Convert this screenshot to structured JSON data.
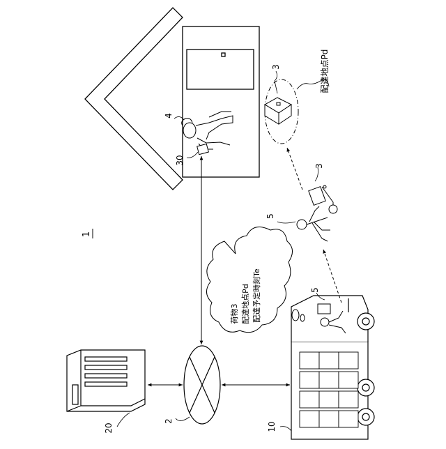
{
  "labels": {
    "system": "1",
    "network": "2",
    "package": "3",
    "package_2": "3",
    "recipient": "4",
    "deliverer": "5",
    "deliverer_2": "5",
    "vehicle": "10",
    "server": "20",
    "terminal": "30"
  },
  "balloon": {
    "line1": "荷物3",
    "line2": "配達地点Pd",
    "line3": "配達予定時刻Te"
  },
  "delivery_point_label": "配達地点Pd"
}
